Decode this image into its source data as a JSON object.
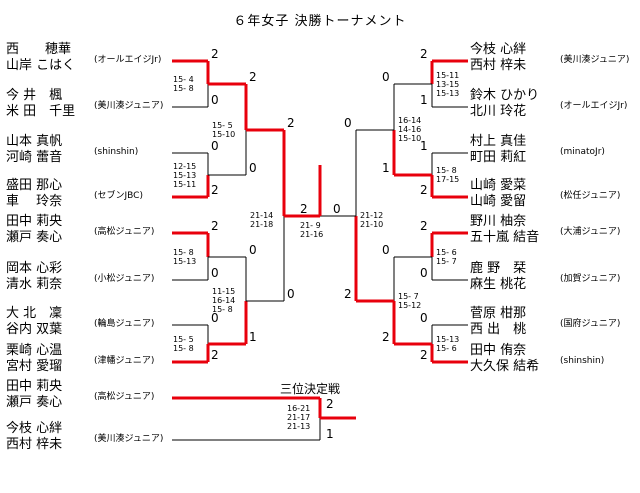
{
  "title": "６年女子 決勝トーナメント",
  "third_place_title": "三位決定戦",
  "players_left": [
    {
      "names": [
        "西　　穂華",
        "山岸 こはく"
      ],
      "team": "(オールエイジJr)"
    },
    {
      "names": [
        "今 井　楓",
        "米 田　千里"
      ],
      "team": "(美川湊ジュニア)"
    },
    {
      "names": [
        "山本 真帆",
        "河崎 蕾音"
      ],
      "team": "(shinshin)"
    },
    {
      "names": [
        "盛田 那心",
        "車　 玲奈"
      ],
      "team": "(セブンJBC)"
    },
    {
      "names": [
        "田中 莉央",
        "瀬戸 奏心"
      ],
      "team": "(高松ジュニア)"
    },
    {
      "names": [
        "岡本 心彩",
        "清水 莉奈"
      ],
      "team": "(小松ジュニア)"
    },
    {
      "names": [
        "大 北　凜",
        "谷内 双葉"
      ],
      "team": "(輪島ジュニア)"
    },
    {
      "names": [
        "栗崎 心温",
        "宮村 愛瑠"
      ],
      "team": "(津幡ジュニア)"
    }
  ],
  "players_right": [
    {
      "names": [
        "今枝 心絆",
        "西村 梓未"
      ],
      "team": "(美川湊ジュニア)"
    },
    {
      "names": [
        "鈴木 ひかり",
        "北川 玲花"
      ],
      "team": "(オールエイジJr)"
    },
    {
      "names": [
        "村上 真佳",
        "町田 莉紅"
      ],
      "team": "(minatoJr)"
    },
    {
      "names": [
        "山崎 愛菜",
        "山崎 愛留"
      ],
      "team": "(松任ジュニア)"
    },
    {
      "names": [
        "野川 柚奈",
        "五十嵐 結音"
      ],
      "team": "(大浦ジュニア)"
    },
    {
      "names": [
        "鹿 野　栞",
        "麻生 桃花"
      ],
      "team": "(加賀ジュニア)"
    },
    {
      "names": [
        "菅原 柑那",
        "西 出　桃"
      ],
      "team": "(国府ジュニア)"
    },
    {
      "names": [
        "田中 侑奈",
        "大久保 結希"
      ],
      "team": "(shinshin)"
    }
  ],
  "players_third": [
    {
      "names": [
        "田中 莉央",
        "瀬戸 奏心"
      ],
      "team": "(高松ジュニア)"
    },
    {
      "names": [
        "今枝 心絆",
        "西村 梓未"
      ],
      "team": "(美川湊ジュニア)"
    }
  ],
  "scores": {
    "r1_left": [
      {
        "top": "2",
        "bottom": "0",
        "games": "15- 4\n15- 8"
      },
      {
        "top": "0",
        "bottom": "2",
        "games": "12-15\n15-13\n15-11"
      },
      {
        "top": "2",
        "bottom": "0",
        "games": "15- 8\n15-13"
      },
      {
        "top": "0",
        "bottom": "2",
        "games": "15- 5\n15- 8"
      }
    ],
    "r2_left": [
      {
        "top": "2",
        "bottom": "0",
        "games": "15- 5\n15-10"
      },
      {
        "top": "0",
        "bottom": "1",
        "games": "11-15\n16-14\n15- 8"
      }
    ],
    "sf_left": {
      "top": "2",
      "bottom": "0",
      "games": "21-14\n21-18"
    },
    "r1_right": [
      {
        "top": "2",
        "bottom": "1",
        "games": "15-11\n13-15\n15-13"
      },
      {
        "top": "1",
        "bottom": "2",
        "games": "15- 8\n17-15"
      },
      {
        "top": "2",
        "bottom": "0",
        "games": "15- 6\n15- 7"
      },
      {
        "top": "0",
        "bottom": "2",
        "games": "15-13\n15- 6"
      }
    ],
    "r2_right": [
      {
        "top": "0",
        "bottom": "1",
        "games": "16-14\n14-16\n15-10"
      },
      {
        "top": "0",
        "bottom": "2",
        "games": "15- 7\n15-12"
      }
    ],
    "sf_right": {
      "top": "0",
      "bottom": "2",
      "games": "21-12\n21-10"
    },
    "final": {
      "left": "2",
      "right": "0",
      "games": "21- 9\n21-16"
    },
    "third": {
      "top": "2",
      "bottom": "1",
      "games": "16-21\n21-17\n21-13"
    }
  },
  "colors": {
    "win": "#e8000c",
    "line": "#000000"
  }
}
